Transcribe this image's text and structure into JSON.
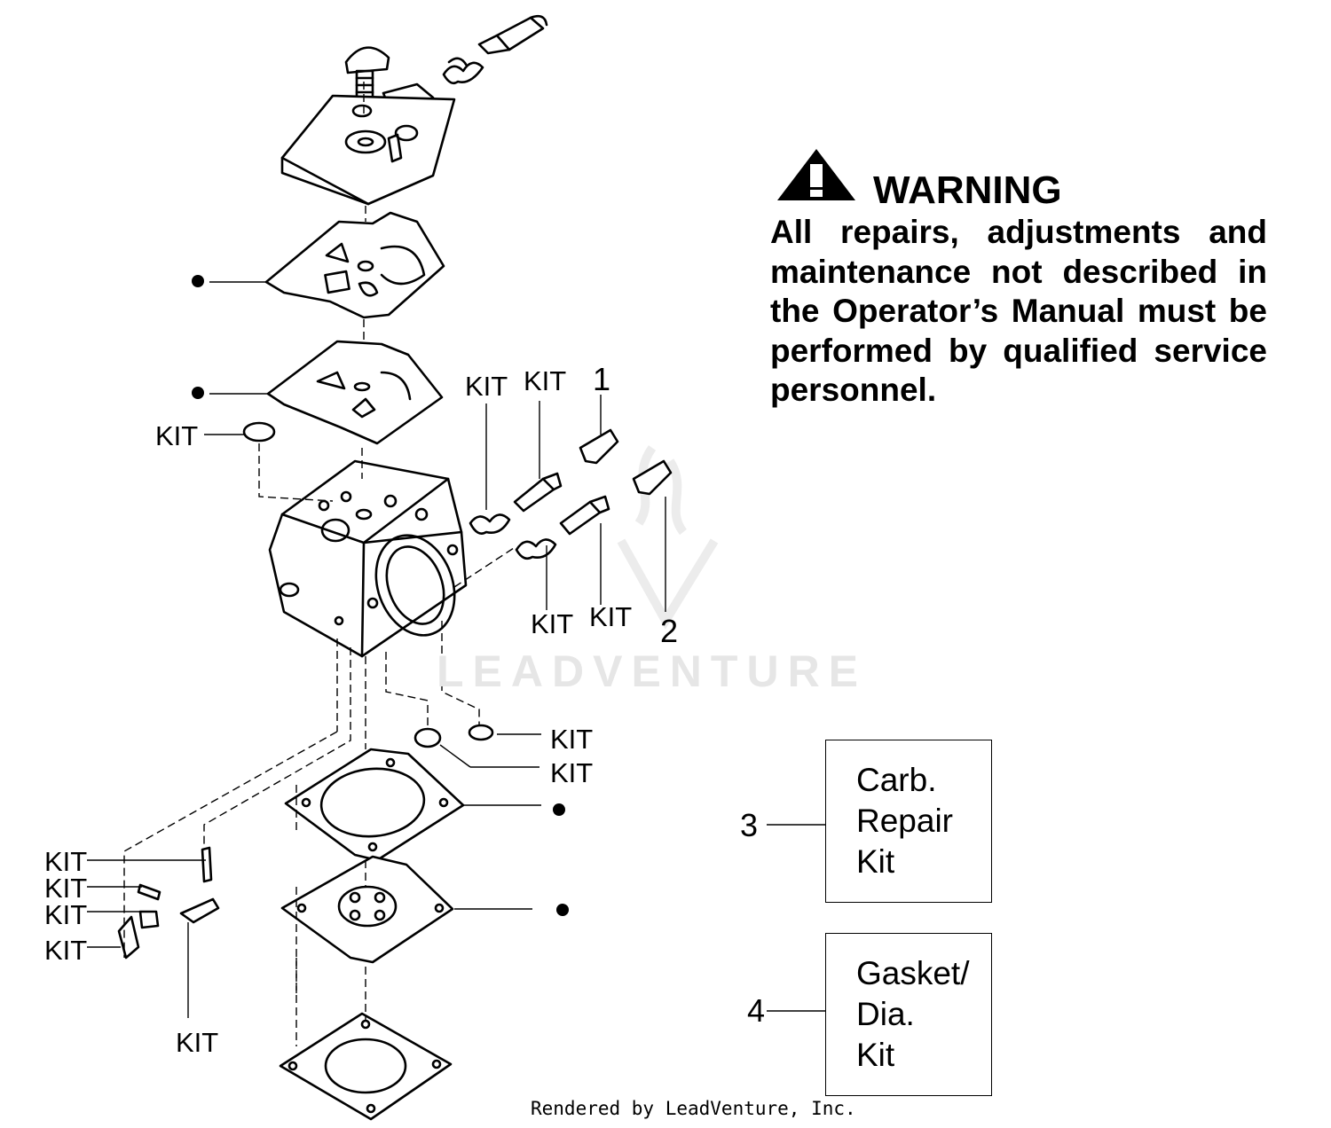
{
  "warning": {
    "title": "WARNING",
    "body": "All repairs, adjustments and maintenance not described in the Operator’s Manual must be performed by qualified service personnel."
  },
  "labels": {
    "kit": "KIT",
    "callout_1": "1",
    "callout_2": "2",
    "callout_3": "3",
    "callout_4": "4"
  },
  "kits": {
    "carb_repair": [
      "Carb.",
      "Repair",
      "Kit"
    ],
    "gasket_dia": [
      "Gasket/",
      "Dia.",
      "Kit"
    ]
  },
  "watermark": "LEADVENTURE",
  "footer": "Rendered by LeadVenture, Inc."
}
